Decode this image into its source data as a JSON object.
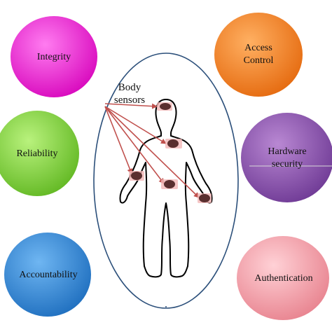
{
  "circles": [
    {
      "id": "integrity",
      "label": "Integrity",
      "color": "#f012d6"
    },
    {
      "id": "access-control",
      "label": "Access\nControl",
      "color": "#f47b1d"
    },
    {
      "id": "reliability",
      "label": "Reliability",
      "color": "#7fd23a"
    },
    {
      "id": "hardware-security",
      "label": "Hardware\nsecurity",
      "color": "#8a4fae"
    },
    {
      "id": "accountability",
      "label": "Accountability",
      "color": "#2f86d3"
    },
    {
      "id": "authentication",
      "label": "Authentication",
      "color": "#f3a0ab"
    }
  ],
  "center": {
    "caption_line1": "Body",
    "caption_line2": "sensors",
    "ellipse_color": "#2b4f7a",
    "arrow_color": "#c0504d",
    "sensor_color": "#5a2f2f"
  }
}
